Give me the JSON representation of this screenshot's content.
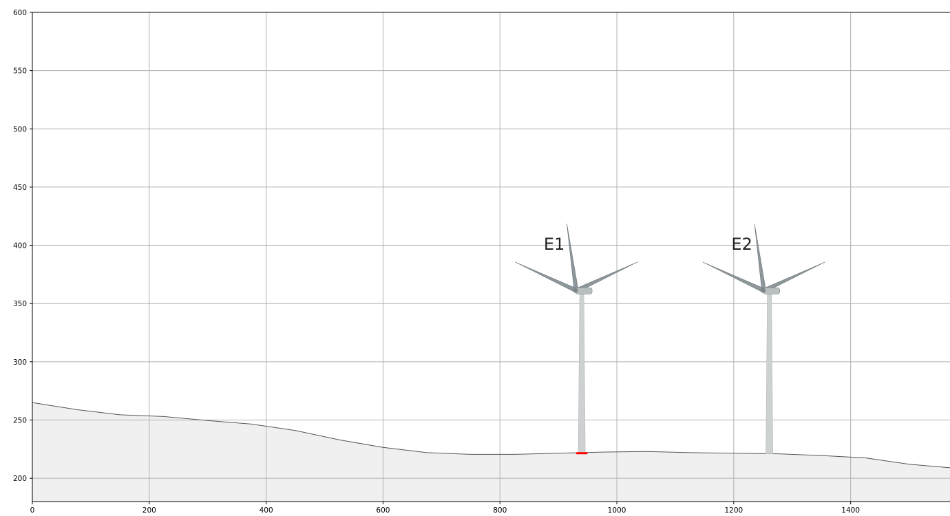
{
  "chart_data": {
    "type": "area",
    "title": "",
    "xlabel": "",
    "ylabel": "",
    "xlim": [
      0,
      1570
    ],
    "ylim": [
      180,
      600
    ],
    "grid": true,
    "x_ticks": [
      0,
      200,
      400,
      600,
      800,
      1000,
      1200,
      1400
    ],
    "y_ticks": [
      200,
      250,
      300,
      350,
      400,
      450,
      500,
      550,
      600
    ],
    "terrain_profile": {
      "x": [
        0,
        75,
        150,
        225,
        300,
        375,
        450,
        525,
        600,
        675,
        750,
        825,
        900,
        975,
        1050,
        1125,
        1200,
        1275,
        1350,
        1425,
        1500,
        1570
      ],
      "y": [
        265,
        259,
        254.5,
        253,
        249.5,
        246.5,
        241,
        233,
        226.5,
        222,
        220.5,
        220.5,
        221.5,
        222.5,
        223,
        222,
        221.5,
        221,
        219.5,
        217.5,
        212,
        209
      ]
    },
    "turbines": [
      {
        "label": "E1",
        "x": 940,
        "base": 221.5,
        "hub": 360,
        "blade_length": 58,
        "label_y": 401
      },
      {
        "label": "E2",
        "x": 1261,
        "base": 221,
        "hub": 360,
        "blade_length": 58,
        "label_y": 401
      }
    ],
    "marker": {
      "x": 940,
      "y": 221.5,
      "color": "#ff0000"
    },
    "colors": {
      "terrain_fill": "#f0f0f0",
      "terrain_line": "#555555",
      "grid": "#b0b0b0",
      "axis": "#000000",
      "tower": "#cdd1d2",
      "blade": "#8e979b",
      "nacelle": "#b9bebf"
    }
  }
}
